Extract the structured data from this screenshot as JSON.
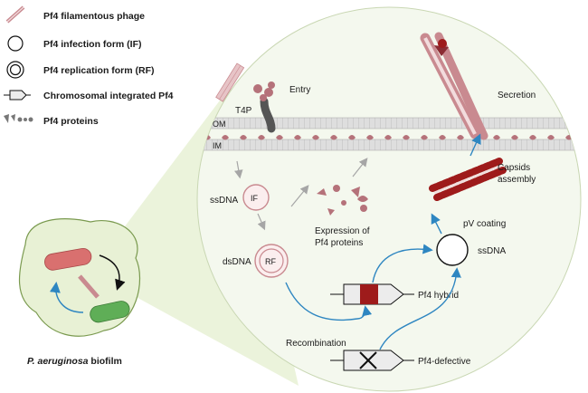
{
  "legend": [
    {
      "icon": "filamentous-phage-icon",
      "label": "Pf4 filamentous phage"
    },
    {
      "icon": "infection-form-icon",
      "label": "Pf4 infection form (IF)"
    },
    {
      "icon": "replication-form-icon",
      "label": "Pf4 replication form (RF)"
    },
    {
      "icon": "chromosomal-integrated-icon",
      "label": "Chromosomal integrated Pf4"
    },
    {
      "icon": "pf4-proteins-icon",
      "label": "Pf4 proteins"
    }
  ],
  "biofilm": {
    "label_italic": "P. aeruginosa",
    "label_rest": " biofilm"
  },
  "membranes": {
    "outer": "OM",
    "inner": "IM"
  },
  "labels": {
    "entry": "Entry",
    "t4p": "T4P",
    "secretion": "Secretion",
    "capsids_line1": "Capsids",
    "capsids_line2": "assembly",
    "pv_coating": "pV coating",
    "ssdna_left": "ssDNA",
    "ssdna_right": "ssDNA",
    "if_short": "IF",
    "rf_short": "RF",
    "dsdna": "dsDNA",
    "expression_line1": "Expression of",
    "expression_line2": "Pf4 proteins",
    "pf4_hybrid": "Pf4 hybrid",
    "recombination": "Recombination",
    "pf4_defective": "Pf4-defective"
  },
  "colors": {
    "phage": "#c98a90",
    "protein": "#b5727a",
    "hybrid_red": "#9e1b1b",
    "arrow_blue": "#2e86c1",
    "arrow_gray": "#a6a6a6",
    "membrane": "#d6d6d6",
    "zoom_green": "#e8f1d5",
    "bacterium_red": "#d9706f",
    "bacterium_green": "#5fae57"
  }
}
